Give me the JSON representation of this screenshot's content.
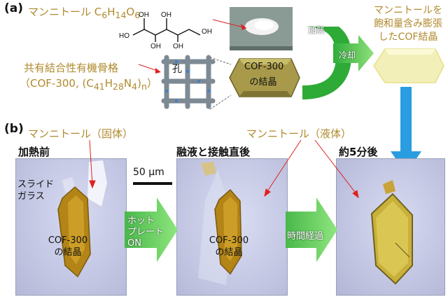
{
  "panel_a": {
    "tag": "(a)",
    "mannitol_label": "マンニトール",
    "mannitol_formula": {
      "c": "C",
      "c_n": "6",
      "h": "H",
      "h_n": "14",
      "o": "O",
      "o_n": "6"
    },
    "framework_label": "共有結合性有機骨格",
    "framework_sub": "（COF-300, (C",
    "framework_sub_c_n": "41",
    "framework_sub_h": "H",
    "framework_sub_h_n": "28",
    "framework_sub_n": "N",
    "framework_sub_n_n": "4",
    "framework_sub_close": ")",
    "framework_sub_n_sub": "n",
    "framework_sub_end": "）",
    "pore_label": "孔",
    "crystal_label_1": "COF-300",
    "crystal_label_2": "の結晶",
    "arrow_text_1": "加熱",
    "arrow_text_2": "冷却",
    "result_label_1": "マンニトールを",
    "result_label_2": "飽和量含み膨張",
    "result_label_3": "したCOF結晶"
  },
  "panel_b": {
    "tag": "(b)",
    "mannitol_solid": "マンニトール（固体）",
    "mannitol_liquid": "マンニトール（液体）",
    "stage_1": "加熱前",
    "stage_2": "融液と接触直後",
    "stage_3": "約5分後",
    "slide_glass_1": "スライド",
    "slide_glass_2": "ガラス",
    "scale_bar": "50 μm",
    "crystal_a_1": "COF-300",
    "crystal_a_2": "の結晶",
    "crystal_b_1": "COF-300",
    "crystal_b_2": "の結晶",
    "arrow1_1": "ホット",
    "arrow1_2": "プレート",
    "arrow1_3": "ON",
    "arrow2": "時間経過"
  },
  "colors": {
    "label_olive": "#b08a2e",
    "arrow_green": "#3fbf3f",
    "arrow_blue": "#2a9de0",
    "crystal_gold": "#c9a227",
    "annotation_red": "#e02020"
  }
}
